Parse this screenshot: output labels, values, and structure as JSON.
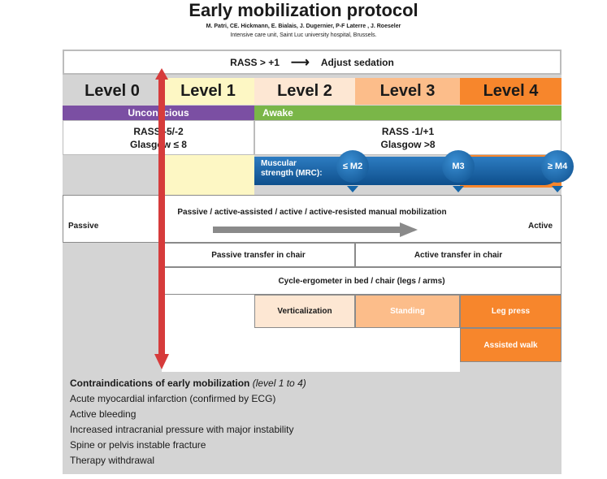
{
  "header": {
    "title": "Early mobilization protocol",
    "authors": "M. Patri, CE. Hickmann, E. Bialais, J. Dugernier, P-F Laterre , J. Roeseler",
    "affiliation": "Intensive care unit, Saint Luc university hospital, Brussels."
  },
  "rass_rule": {
    "left": "RASS > +1",
    "right": "Adjust sedation"
  },
  "levels": [
    {
      "label": "Level 0",
      "color": "#d4d4d4"
    },
    {
      "label": "Level 1",
      "color": "#fdf7c4"
    },
    {
      "label": "Level 2",
      "color": "#fde7d3"
    },
    {
      "label": "Level 3",
      "color": "#fcbd8a"
    },
    {
      "label": "Level 4",
      "color": "#f7862c"
    }
  ],
  "consciousness": {
    "unconscious": {
      "label": "Unconscious",
      "color": "#7b4fa3",
      "rass": "RASS -5/-2",
      "glasgow": "Glasgow ≤ 8"
    },
    "awake": {
      "label": "Awake",
      "color": "#7ab648",
      "rass": "RASS -1/+1",
      "glasgow": "Glasgow >8"
    }
  },
  "mrc": {
    "label_line1": "Muscular",
    "label_line2": "strength (MRC):",
    "markers": [
      "≤ M2",
      "M3",
      "≥ M4"
    ]
  },
  "manual": {
    "left": "Passive",
    "center": "Passive / active-assisted / active / active-resisted manual mobilization",
    "right": "Active"
  },
  "activities": {
    "passive_transfer": "Passive transfer in chair",
    "active_transfer": "Active transfer in chair",
    "cycle": "Cycle-ergometer in bed / chair (legs / arms)",
    "verticalization": "Verticalization",
    "standing": "Standing",
    "leg_press": "Leg press",
    "assisted_walk": "Assisted walk"
  },
  "contraindications": {
    "heading": "Contraindications of early mobilization",
    "heading_note": "(level 1 to 4)",
    "items": [
      "Acute myocardial infarction (confirmed by ECG)",
      "Active bleeding",
      "Increased intracranial pressure with major instability",
      "Spine or pelvis instable fracture",
      "Therapy withdrawal"
    ]
  },
  "colors": {
    "red_arrow": "#d63b3b",
    "gray_arrow": "#8a8a8a",
    "mrc_blue": "#1565a8",
    "panel_gray": "#d4d4d4"
  }
}
